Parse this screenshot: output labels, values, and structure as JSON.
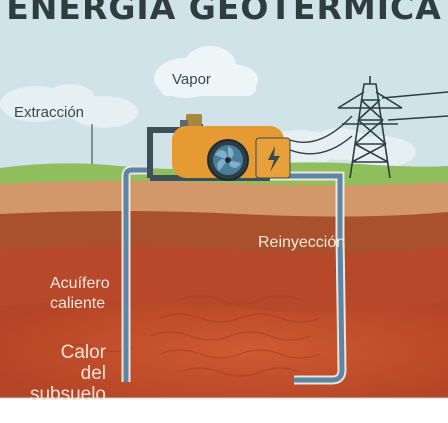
{
  "title": "ENERGÍA GEOTÉRMICA",
  "labels": {
    "vapor": "Vapor",
    "extraccion": "Extracción",
    "reinyeccion": "Reinyección",
    "acuifero_line1": "Acuífero",
    "acuifero_line2": "caliente",
    "calor_line1": "Calor",
    "calor_line2": "del",
    "calor_line3": "subsuelo"
  },
  "icons": {
    "power_unit": "lightning-icon",
    "turbine": "turbine-fan-icon",
    "tower": "transmission-tower-icon"
  },
  "colors": {
    "sky": "#cfe3e8",
    "grass": "#8fbe5c",
    "soil": "#a9512d",
    "aquifer": "#b8482a",
    "heat_zone": "#c24b28",
    "pipe": "#5b86a8",
    "machine": "#e59a34",
    "text_dark": "#3b4a4c"
  }
}
